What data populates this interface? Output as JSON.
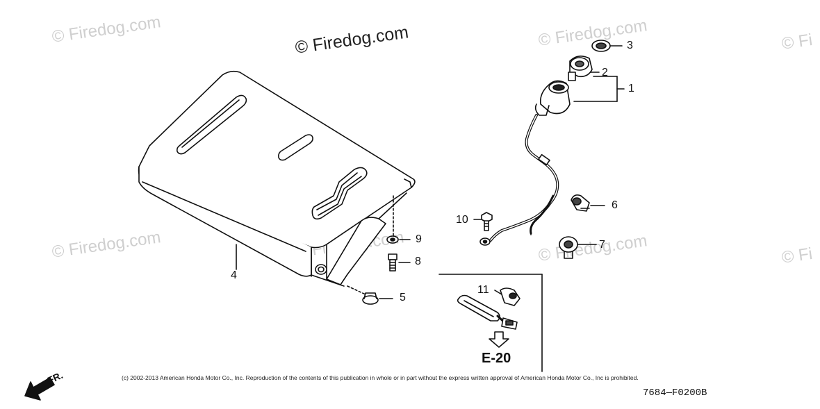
{
  "watermark": {
    "main": "© Firedog.com",
    "faded": "© Firedog.com",
    "faded_cut": "© Fi"
  },
  "callouts": {
    "c1": "1",
    "c2": "2",
    "c3": "3",
    "c4": "4",
    "c5": "5",
    "c6": "6",
    "c7": "7",
    "c8": "8",
    "c9": "9",
    "c10": "10",
    "c11": "11"
  },
  "inset_ref": "E-20",
  "direction_label": "FR.",
  "copyright": "(c) 2002-2013 American Honda Motor Co., Inc. Reproduction of the contents of this publication in whole or in part without the express written approval of American Honda Motor Co., Inc is prohibited.",
  "diagram_code": "7684—F0200B"
}
